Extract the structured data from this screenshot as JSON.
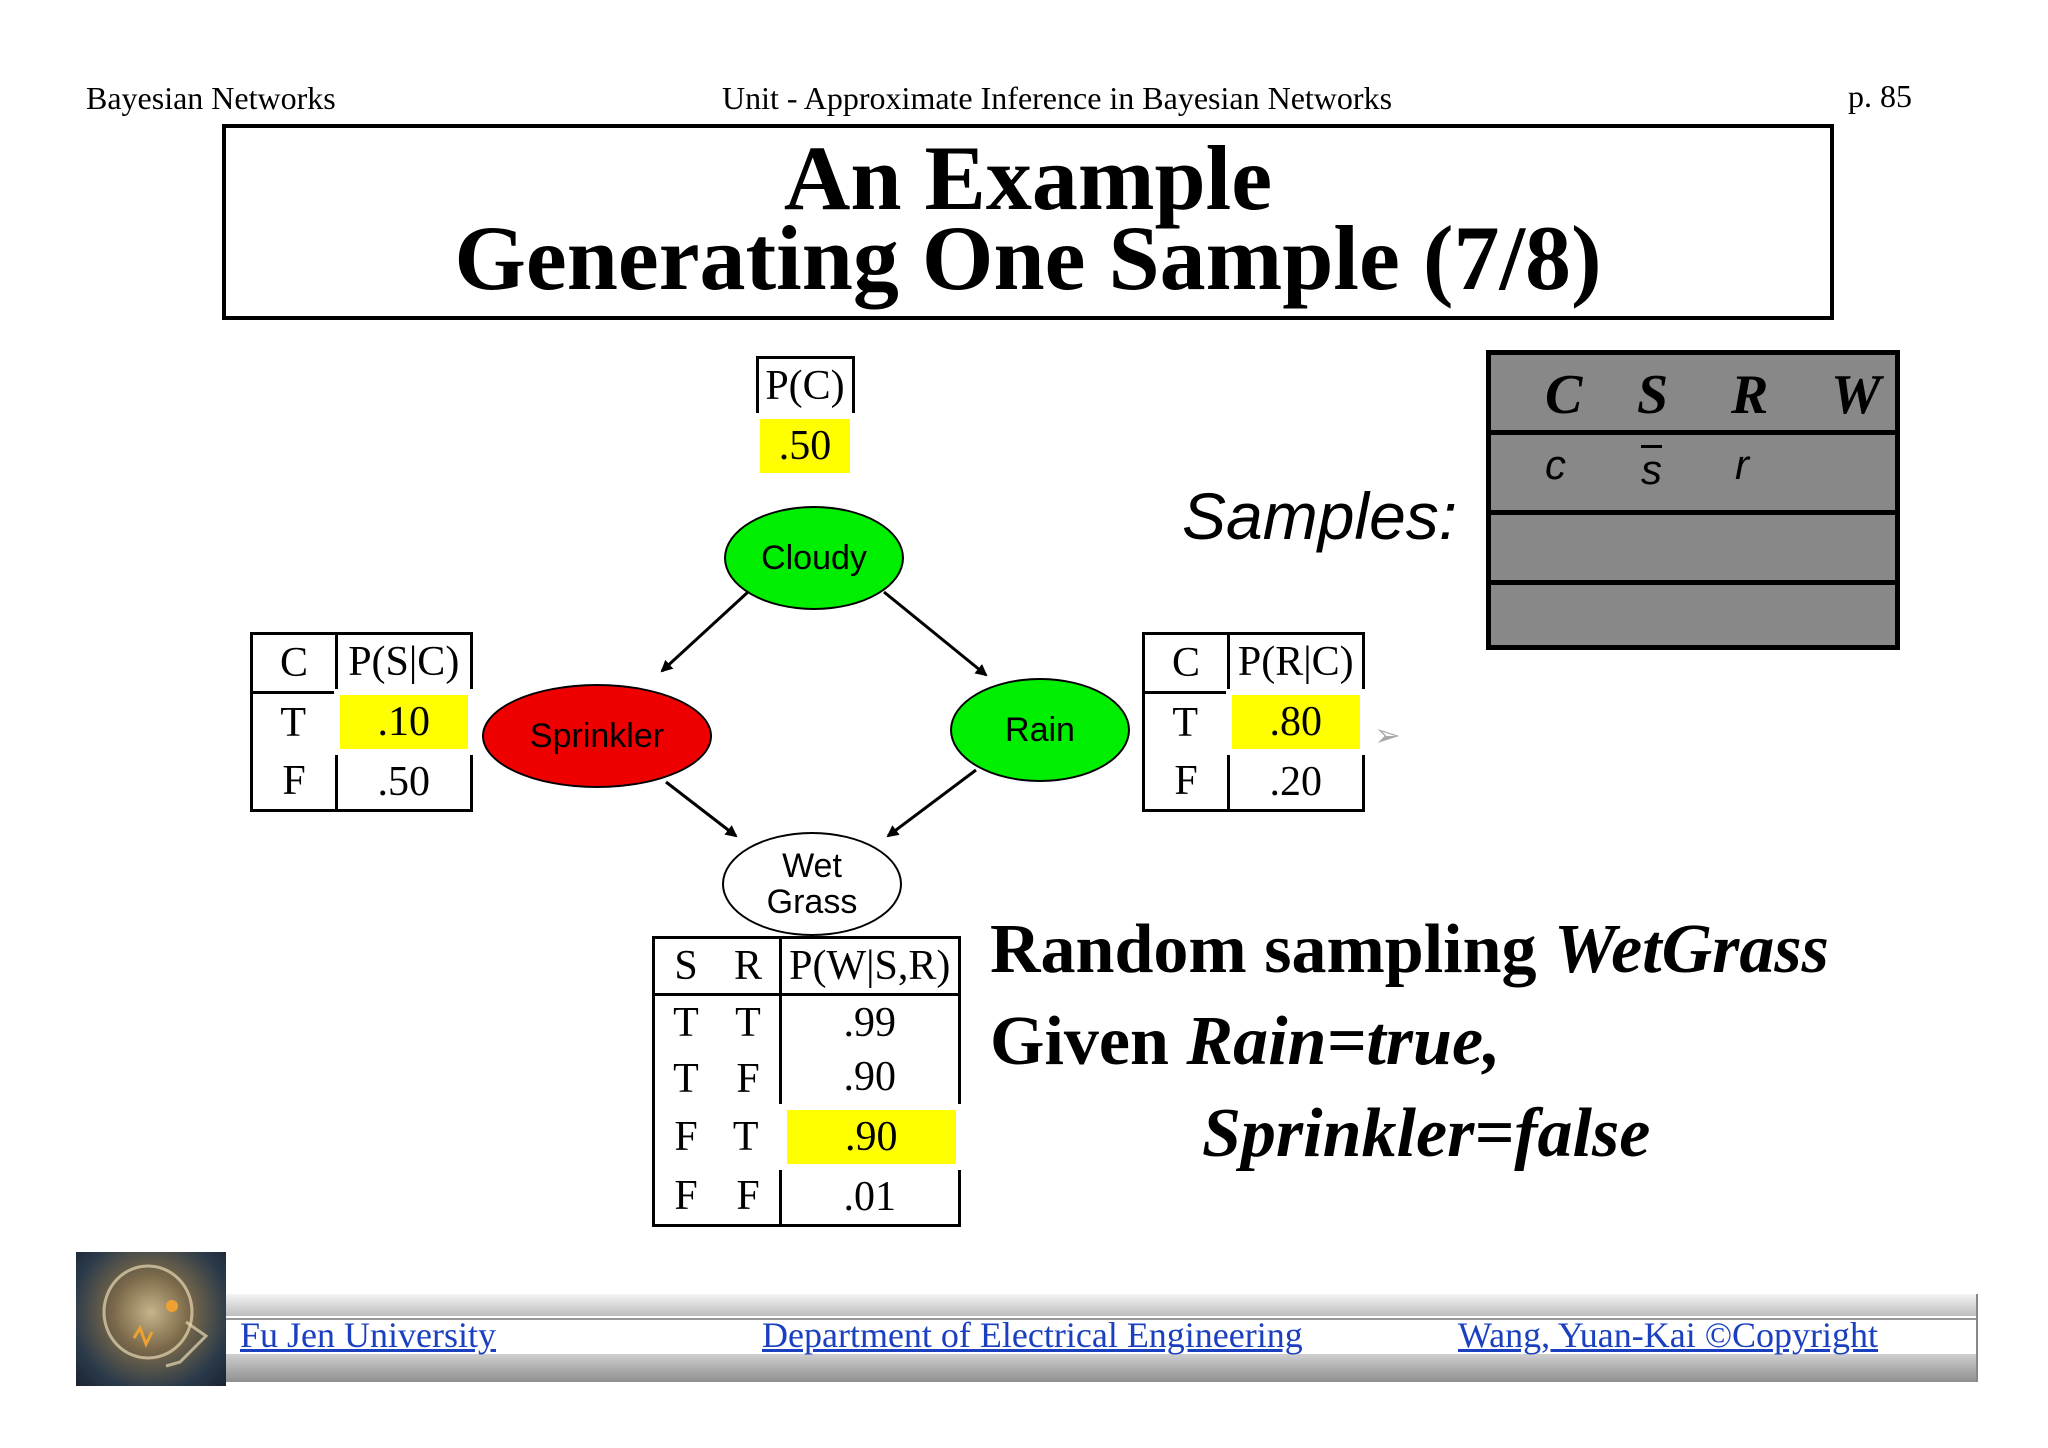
{
  "header": {
    "left": "Bayesian Networks",
    "center": "Unit -  Approximate Inference in Bayesian Networks",
    "page": "p. 85"
  },
  "title": {
    "line1": "An Example",
    "line2": "Generating One Sample (7/8)"
  },
  "network": {
    "nodes": {
      "cloudy": "Cloudy",
      "sprinkler": "Sprinkler",
      "rain": "Rain",
      "wet_line1": "Wet",
      "wet_line2": "Grass"
    },
    "colors": {
      "sampled_true": "#00ee00",
      "sampled_false": "#ee0000",
      "unsampled": "#ffffff",
      "highlight": "#ffff00"
    },
    "cpt_c": {
      "header": "P(C)",
      "value": ".50"
    },
    "cpt_s": {
      "col1": "C",
      "col2": "P(S|C)",
      "rows": [
        [
          "T",
          ".10"
        ],
        [
          "F",
          ".50"
        ]
      ]
    },
    "cpt_r": {
      "col1": "C",
      "col2": "P(R|C)",
      "rows": [
        [
          "T",
          ".80"
        ],
        [
          "F",
          ".20"
        ]
      ]
    },
    "cpt_w": {
      "col1": "S",
      "col2": "R",
      "col3": "P(W|S,R)",
      "rows": [
        [
          "T",
          "T",
          ".99"
        ],
        [
          "T",
          "F",
          ".90"
        ],
        [
          "F",
          "T",
          ".90"
        ],
        [
          "F",
          "F",
          ".01"
        ]
      ]
    }
  },
  "samples": {
    "label": "Samples:",
    "headers": [
      "C",
      "S",
      "R",
      "W"
    ],
    "row1": {
      "c": "c",
      "s": "s",
      "r": "r"
    }
  },
  "description": {
    "line1_plain": "Random sampling ",
    "line1_italic": "WetGrass",
    "line2_plain": "Given ",
    "line2_italic": "Rain=true,",
    "line3_italic": "Sprinkler=false"
  },
  "footer": {
    "university": "Fu Jen University",
    "department": "Department of Electrical Engineering",
    "author": "Wang, Yuan-Kai ©Copyright"
  }
}
